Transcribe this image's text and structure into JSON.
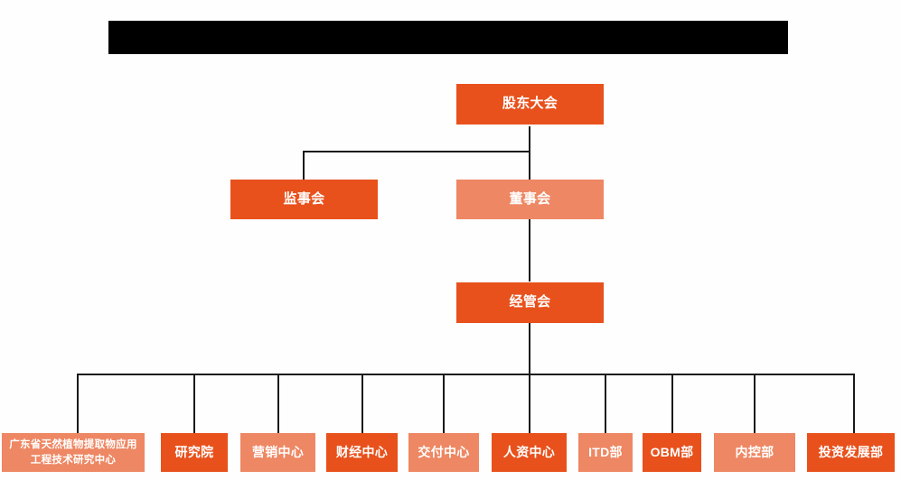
{
  "diagram": {
    "type": "org-chart",
    "title_bar": {
      "label": "redacted-title-bar",
      "text": "",
      "color": "#000000"
    },
    "colors": {
      "background": "#fefefe",
      "accent_dark": "#e8511c",
      "accent_light": "#ee8763",
      "connector": "#1a1a1a",
      "node_text": "#ffffff"
    },
    "levels": [
      {
        "level": 1,
        "nodes": [
          {
            "id": "shareholders-meeting",
            "label": "股东大会",
            "tone": "dark"
          }
        ]
      },
      {
        "level": 2,
        "nodes": [
          {
            "id": "board-of-supervisors",
            "label": "监事会",
            "tone": "dark"
          },
          {
            "id": "board-of-directors",
            "label": "董事会",
            "tone": "light"
          }
        ]
      },
      {
        "level": 3,
        "nodes": [
          {
            "id": "management-committee",
            "label": "经管会",
            "tone": "dark"
          }
        ]
      },
      {
        "level": 4,
        "nodes": [
          {
            "id": "guangdong-research-center",
            "label": "广东省天然植物提取物应用工程技术研究中心",
            "tone": "light"
          },
          {
            "id": "research-institute",
            "label": "研究院",
            "tone": "dark"
          },
          {
            "id": "marketing-center",
            "label": "营销中心",
            "tone": "light"
          },
          {
            "id": "finance-center",
            "label": "财经中心",
            "tone": "dark"
          },
          {
            "id": "delivery-center",
            "label": "交付中心",
            "tone": "light"
          },
          {
            "id": "hr-center",
            "label": "人资中心",
            "tone": "dark"
          },
          {
            "id": "itd-department",
            "label": "ITD部",
            "tone": "light"
          },
          {
            "id": "obm-department",
            "label": "OBM部",
            "tone": "dark"
          },
          {
            "id": "internal-control-department",
            "label": "内控部",
            "tone": "light"
          },
          {
            "id": "investment-development-department",
            "label": "投资发展部",
            "tone": "dark"
          }
        ]
      }
    ]
  }
}
